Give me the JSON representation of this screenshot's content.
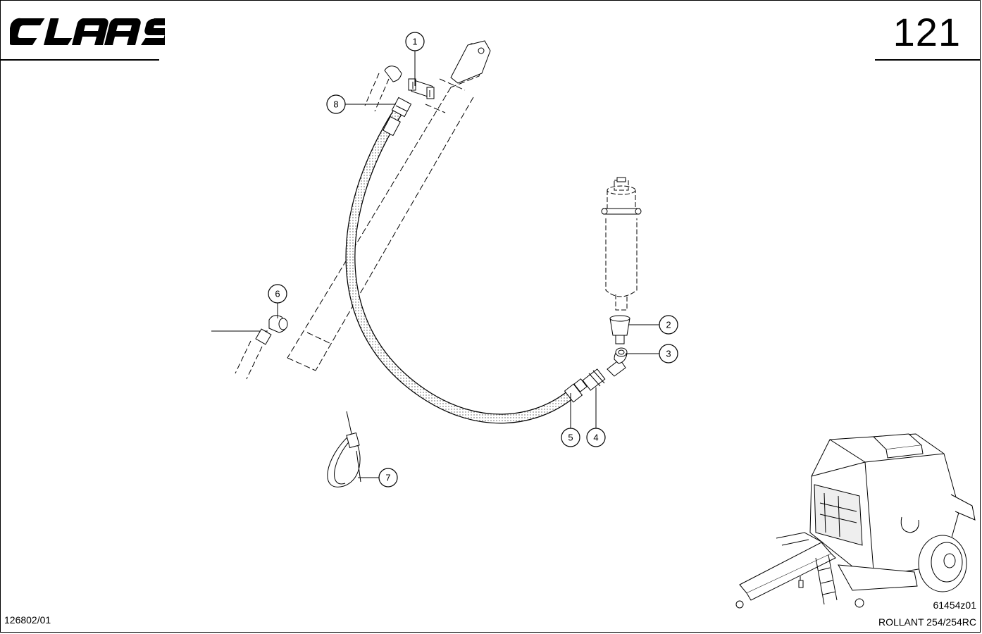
{
  "header": {
    "brand": "CLAAS",
    "page_number": "121"
  },
  "callouts": [
    {
      "label": "1"
    },
    {
      "label": "2"
    },
    {
      "label": "3"
    },
    {
      "label": "4"
    },
    {
      "label": "5"
    },
    {
      "label": "6"
    },
    {
      "label": "7"
    },
    {
      "label": "8"
    }
  ],
  "footer": {
    "doc_number": "126802/01",
    "figure_id": "61454z01",
    "model": "ROLLANT 254/254RC"
  }
}
